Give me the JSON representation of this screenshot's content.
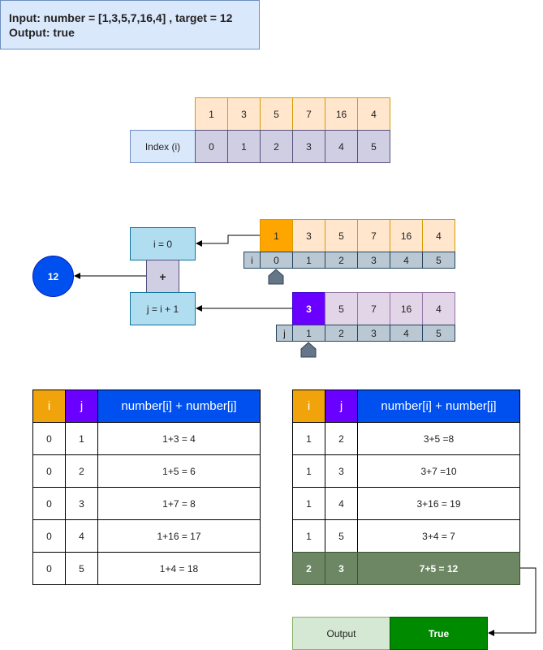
{
  "problem": {
    "input_line": "Input: number = [1,3,5,7,16,4] , target = 12",
    "output_line": "Output: true"
  },
  "top_array": {
    "values": [
      "1",
      "3",
      "5",
      "7",
      "16",
      "4"
    ],
    "index_label": "Index (i)",
    "indices": [
      "0",
      "1",
      "2",
      "3",
      "4",
      "5"
    ]
  },
  "i_array": {
    "values": [
      "1",
      "3",
      "5",
      "7",
      "16",
      "4"
    ],
    "pointer_label": "i",
    "indices": [
      "0",
      "1",
      "2",
      "3",
      "4",
      "5"
    ]
  },
  "j_array": {
    "values": [
      "3",
      "5",
      "7",
      "16",
      "4"
    ],
    "pointer_label": "j",
    "indices": [
      "1",
      "2",
      "3",
      "4",
      "5"
    ]
  },
  "ops": {
    "i_box": "i = 0",
    "plus": "+",
    "j_box": "j = i + 1",
    "target": "12"
  },
  "left_table": {
    "headers": [
      "i",
      "j",
      "number[i] + number[j]"
    ],
    "rows": [
      [
        "0",
        "1",
        "1+3 = 4"
      ],
      [
        "0",
        "2",
        "1+5 = 6"
      ],
      [
        "0",
        "3",
        "1+7 = 8"
      ],
      [
        "0",
        "4",
        "1+16 = 17"
      ],
      [
        "0",
        "5",
        "1+4 = 18"
      ]
    ]
  },
  "right_table": {
    "headers": [
      "i",
      "j",
      "number[i] + number[j]"
    ],
    "rows": [
      [
        "1",
        "2",
        "3+5 =8"
      ],
      [
        "1",
        "3",
        "3+7 =10"
      ],
      [
        "1",
        "4",
        "3+16 = 19"
      ],
      [
        "1",
        "5",
        "3+4 = 7"
      ],
      [
        "2",
        "3",
        "7+5 = 12"
      ]
    ]
  },
  "result": {
    "label": "Output",
    "value": "True"
  }
}
